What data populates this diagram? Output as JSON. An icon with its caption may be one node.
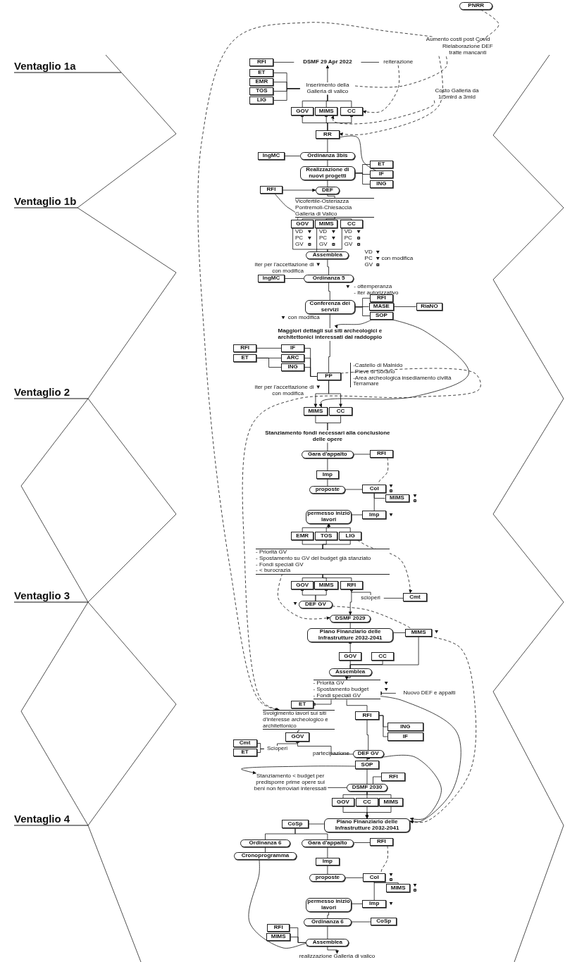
{
  "diagram": {
    "nodes": [
      {
        "text": [
          "PNRR"
        ]
      },
      {
        "text": [
          "Aumento costi post Covid"
        ]
      },
      {
        "text": [
          "Rielaborazione DEF tratte mancanti"
        ]
      },
      {
        "text": [
          "RFI"
        ]
      },
      {
        "text": [
          "DSMF 29 Apr 2022"
        ]
      },
      {
        "text": [
          "reiterazione"
        ]
      },
      {
        "text": [
          "ET"
        ]
      },
      {
        "text": [
          "EMR"
        ]
      },
      {
        "text": [
          "TOS"
        ]
      },
      {
        "text": [
          "LIG"
        ]
      },
      {
        "text": [
          "Inserimento della Galleria di valico"
        ]
      },
      {
        "text": [
          "Costo Galleria da 1,5mlrd a 3mld"
        ]
      },
      {
        "text": [
          "GOV"
        ]
      },
      {
        "text": [
          "MIMS"
        ]
      },
      {
        "text": [
          "CC"
        ]
      },
      {
        "text": [
          "RR"
        ]
      },
      {
        "text": [
          "IngMC"
        ]
      },
      {
        "text": [
          "Ordinanza 3bis"
        ]
      },
      {
        "text": [
          "Realizzazione di nuovi progetti"
        ]
      },
      {
        "text": [
          "ET"
        ]
      },
      {
        "text": [
          "IF"
        ]
      },
      {
        "text": [
          "ING"
        ]
      },
      {
        "text": [
          "RFI"
        ]
      },
      {
        "text": [
          "DEF"
        ]
      },
      {
        "text": [
          "Vicofertile-Osteriazza",
          "Pontremoli-Chiesaccia",
          "Galleria di Valico"
        ]
      },
      {
        "text": [
          "GOV"
        ]
      },
      {
        "text": [
          "MIMS"
        ]
      },
      {
        "text": [
          "CC"
        ]
      },
      {
        "text": [
          "Assemblea"
        ]
      },
      {
        "text": [
          "IngMC"
        ]
      },
      {
        "text": [
          "Ordinanza 5"
        ]
      },
      {
        "text": [
          "Conferenza dei servizi"
        ]
      },
      {
        "text": [
          "RFI"
        ]
      },
      {
        "text": [
          "MASE"
        ]
      },
      {
        "text": [
          "SOP"
        ]
      },
      {
        "text": [
          "RiaNO"
        ]
      },
      {
        "text": [
          "Maggiori dettagli sui siti archeologici e architettonici interessati dal raddoppio"
        ]
      },
      {
        "text": [
          "RFI"
        ]
      },
      {
        "text": [
          "IF"
        ]
      },
      {
        "text": [
          "ET"
        ]
      },
      {
        "text": [
          "ARC"
        ]
      },
      {
        "text": [
          "ING"
        ]
      },
      {
        "text": [
          "PP"
        ],
        "beside": [
          "-Castello di Malnido",
          "-Pieve di Sorano",
          "-Area archeologica insediamento civiltà Terramare"
        ]
      },
      {
        "text": [
          "MIMS"
        ]
      },
      {
        "text": [
          "CC"
        ]
      },
      {
        "text": [
          "Stanziamento fondi necessari alla conclusione delle opere"
        ]
      },
      {
        "text": [
          "Gara d'appalto"
        ]
      },
      {
        "text": [
          "RFI"
        ]
      },
      {
        "text": [
          "Imp"
        ]
      },
      {
        "text": [
          "proposte"
        ]
      },
      {
        "text": [
          "CoI"
        ]
      },
      {
        "text": [
          "MIMS"
        ]
      },
      {
        "text": [
          "permesso inizio lavori"
        ]
      },
      {
        "text": [
          "Imp"
        ]
      },
      {
        "text": [
          "EMR"
        ]
      },
      {
        "text": [
          "TOS"
        ]
      },
      {
        "text": [
          "LIG"
        ]
      },
      {
        "text": [
          "- Priorità GV",
          "- Spostamento su GV del budget già stanziato",
          "- Fondi speciali GV",
          "- < burocrazia"
        ]
      },
      {
        "text": [
          "GOV"
        ]
      },
      {
        "text": [
          "MIMS"
        ]
      },
      {
        "text": [
          "RFI"
        ]
      },
      {
        "text": [
          "scioperi"
        ]
      },
      {
        "text": [
          "Cmt"
        ]
      },
      {
        "text": [
          "DEF GV"
        ]
      },
      {
        "text": [
          "DSMF 2029"
        ]
      },
      {
        "text": [
          "Piano Finanziario delle Infrastrutture 2032-2041"
        ]
      },
      {
        "text": [
          "MIMS"
        ]
      },
      {
        "text": [
          "GOV"
        ]
      },
      {
        "text": [
          "CC"
        ]
      },
      {
        "text": [
          "Assemblea"
        ]
      },
      {
        "text": [
          "- Priorità GV",
          "- Spostamento budget",
          "- Fondi speciali GV"
        ]
      },
      {
        "text": [
          "Nuovo DEF e appalti"
        ]
      },
      {
        "text": [
          "ET"
        ]
      },
      {
        "text": [
          "RFI"
        ]
      },
      {
        "text": [
          "Svolgimento lavori sui siti d'interesse archeologico e architettonico"
        ]
      },
      {
        "text": [
          "ING"
        ]
      },
      {
        "text": [
          "IF"
        ]
      },
      {
        "text": [
          "GOV"
        ]
      },
      {
        "text": [
          "Cmt"
        ]
      },
      {
        "text": [
          "ET"
        ]
      },
      {
        "text": [
          "Scioperi"
        ]
      },
      {
        "text": [
          "partecipazione"
        ]
      },
      {
        "text": [
          "DEF GV"
        ]
      },
      {
        "text": [
          "SOP"
        ]
      },
      {
        "text": [
          "RFI"
        ]
      },
      {
        "text": [
          "Stanziamento < budget per predisporre prime opere sui beni non ferroviari interessati"
        ]
      },
      {
        "text": [
          "DSMF 2030"
        ]
      },
      {
        "text": [
          "GOV"
        ]
      },
      {
        "text": [
          "CC"
        ]
      },
      {
        "text": [
          "MIMS"
        ]
      },
      {
        "text": [
          "Piano Finanziario delle Infrastrutture 2032-2041"
        ]
      },
      {
        "text": [
          "CoSp"
        ]
      },
      {
        "text": [
          "Ordinanza 6"
        ]
      },
      {
        "text": [
          "Gara d'appalto"
        ]
      },
      {
        "text": [
          "RFI"
        ]
      },
      {
        "text": [
          "Cronoprogramma"
        ]
      },
      {
        "text": [
          "Imp"
        ]
      },
      {
        "text": [
          "proposte"
        ]
      },
      {
        "text": [
          "CoI"
        ]
      },
      {
        "text": [
          "MIMS"
        ]
      },
      {
        "text": [
          "permesso inizio lavori"
        ]
      },
      {
        "text": [
          "Imp"
        ]
      },
      {
        "text": [
          "Ordinanza 6"
        ]
      },
      {
        "text": [
          "CoSp"
        ]
      },
      {
        "text": [
          "RFI"
        ]
      },
      {
        "text": [
          "MIMS"
        ]
      },
      {
        "text": [
          "Assemblea"
        ]
      },
      {
        "text": [
          "realizzazione Galleria di valico"
        ]
      }
    ],
    "edges": [
      {
        "from": 3,
        "to": 4,
        "arrow": "none"
      },
      {
        "from": 5,
        "to": 4,
        "arrow": "none"
      },
      {
        "from": 10,
        "to": 4,
        "arrow": "to"
      },
      {
        "from": 6,
        "to": 10,
        "arrow": "none"
      },
      {
        "from": 7,
        "to": 10,
        "arrow": "none"
      },
      {
        "from": 8,
        "to": 10,
        "arrow": "none"
      },
      {
        "from": 9,
        "to": 10,
        "arrow": "none"
      },
      {
        "from": 12,
        "to": 10,
        "arrow": "none"
      },
      {
        "from": 13,
        "to": 10,
        "arrow": "none"
      },
      {
        "from": 14,
        "to": 10,
        "arrow": "none"
      },
      {
        "from": 0,
        "to": 2,
        "arrow": "none",
        "style": "dashed"
      },
      {
        "from": 1,
        "to": 74,
        "arrow": "to",
        "style": "dashed"
      },
      {
        "from": 10,
        "to": 2,
        "arrow": "none",
        "style": "dashed"
      },
      {
        "from": 5,
        "to": 14,
        "arrow": "to",
        "style": "dashed"
      },
      {
        "from": 2,
        "to": 15,
        "arrow": "to",
        "style": "dashed"
      },
      {
        "from": 11,
        "to": 13,
        "arrow": "to",
        "style": "dashed"
      },
      {
        "from": 15,
        "to": 12,
        "arrow": "other"
      },
      {
        "from": 15,
        "to": 13,
        "arrow": "other"
      },
      {
        "from": 15,
        "to": 14,
        "arrow": "other"
      },
      {
        "from": 15,
        "to": 17,
        "arrow": "none"
      },
      {
        "from": 16,
        "to": 17,
        "arrow": "none"
      },
      {
        "from": 15,
        "to": 20,
        "arrow": "none"
      },
      {
        "from": 18,
        "to": 19,
        "arrow": "none"
      },
      {
        "from": 18,
        "to": 20,
        "arrow": "none"
      },
      {
        "from": 18,
        "to": 21,
        "arrow": "none"
      },
      {
        "from": 17,
        "to": 18,
        "arrow": "none"
      },
      {
        "from": 18,
        "to": 23,
        "arrow": "none"
      },
      {
        "from": 22,
        "to": 23,
        "arrow": "to"
      },
      {
        "from": 22,
        "to": 25,
        "arrow": "none"
      },
      {
        "from": 23,
        "to": 24,
        "arrow": "none"
      },
      {
        "from": 24,
        "to": 25,
        "arrow": "none"
      },
      {
        "from": 24,
        "to": 26,
        "arrow": "none"
      },
      {
        "from": 24,
        "to": 27,
        "arrow": "none"
      },
      {
        "from": 25,
        "to": 28,
        "arrow": "none"
      },
      {
        "from": 26,
        "to": 28,
        "arrow": "none"
      },
      {
        "from": 27,
        "to": 28,
        "arrow": "none"
      },
      {
        "from": 28,
        "to": 30,
        "arrow": "none"
      },
      {
        "from": 29,
        "to": 30,
        "arrow": "none"
      },
      {
        "from": 30,
        "to": 31,
        "arrow": "none"
      },
      {
        "from": 31,
        "to": 32,
        "arrow": "none"
      },
      {
        "from": 31,
        "to": 33,
        "arrow": "none"
      },
      {
        "from": 31,
        "to": 34,
        "arrow": "none"
      },
      {
        "from": 33,
        "to": 35,
        "arrow": "none"
      },
      {
        "from": 31,
        "to": 36,
        "arrow": "none"
      },
      {
        "from": 34,
        "to": 36,
        "arrow": "to"
      },
      {
        "from": 37,
        "to": 38,
        "arrow": "none"
      },
      {
        "from": 39,
        "to": 40,
        "arrow": "none"
      },
      {
        "from": 39,
        "to": 41,
        "arrow": "none"
      },
      {
        "from": 38,
        "to": 42,
        "arrow": "none"
      },
      {
        "from": 40,
        "to": 42,
        "arrow": "none"
      },
      {
        "from": 41,
        "to": 42,
        "arrow": "none"
      },
      {
        "from": 36,
        "to": 42,
        "arrow": "none"
      },
      {
        "from": 42,
        "to": 43,
        "arrow": "to"
      },
      {
        "from": 42,
        "to": 44,
        "arrow": "to"
      },
      {
        "from": 34,
        "to": 43,
        "arrow": "to"
      },
      {
        "from": 42,
        "to": 74,
        "arrow": "to",
        "style": "dashed"
      },
      {
        "from": 43,
        "to": 45,
        "arrow": "none"
      },
      {
        "from": 44,
        "to": 45,
        "arrow": "none"
      },
      {
        "from": 45,
        "to": 46,
        "arrow": "none"
      },
      {
        "from": 46,
        "to": 47,
        "arrow": "none"
      },
      {
        "from": 46,
        "to": 48,
        "arrow": "none"
      },
      {
        "from": 47,
        "to": 50,
        "arrow": "none",
        "style": "dashed"
      },
      {
        "from": 48,
        "to": 49,
        "arrow": "none"
      },
      {
        "from": 49,
        "to": 50,
        "arrow": "none"
      },
      {
        "from": 50,
        "to": 51,
        "arrow": "none"
      },
      {
        "from": 50,
        "to": 53,
        "arrow": "none"
      },
      {
        "from": 53,
        "to": 52,
        "arrow": "none"
      },
      {
        "from": 54,
        "to": 52,
        "arrow": "to"
      },
      {
        "from": 55,
        "to": 52,
        "arrow": "to"
      },
      {
        "from": 56,
        "to": 52,
        "arrow": "to"
      },
      {
        "from": 54,
        "to": 57,
        "arrow": "none"
      },
      {
        "from": 55,
        "to": 57,
        "arrow": "none"
      },
      {
        "from": 56,
        "to": 57,
        "arrow": "none"
      },
      {
        "from": 57,
        "to": 58,
        "arrow": "none"
      },
      {
        "from": 57,
        "to": 59,
        "arrow": "none"
      },
      {
        "from": 57,
        "to": 60,
        "arrow": "none"
      },
      {
        "from": 56,
        "to": 62,
        "arrow": "to",
        "style": "dashed"
      },
      {
        "from": 62,
        "to": 61,
        "arrow": "none"
      },
      {
        "from": 61,
        "to": 60,
        "arrow": "other"
      },
      {
        "from": 60,
        "to": 64,
        "arrow": "to"
      },
      {
        "from": 63,
        "to": 58,
        "arrow": "other"
      },
      {
        "from": 63,
        "to": 59,
        "arrow": "other"
      },
      {
        "from": 63,
        "to": 66,
        "arrow": "none",
        "style": "dashed"
      },
      {
        "from": 57,
        "to": 64,
        "arrow": "to",
        "style": "dashed"
      },
      {
        "from": 64,
        "to": 65,
        "arrow": "none"
      },
      {
        "from": 65,
        "to": 66,
        "arrow": "none"
      },
      {
        "from": 67,
        "to": 65,
        "arrow": "other"
      },
      {
        "from": 66,
        "to": 69,
        "arrow": "none"
      },
      {
        "from": 67,
        "to": 69,
        "arrow": "none"
      },
      {
        "from": 68,
        "to": 69,
        "arrow": "none"
      },
      {
        "from": 69,
        "to": 70,
        "arrow": "to"
      },
      {
        "from": 71,
        "to": 70,
        "arrow": "other"
      },
      {
        "from": 70,
        "to": 72,
        "arrow": "other"
      },
      {
        "from": 70,
        "to": 73,
        "arrow": "none"
      },
      {
        "from": 70,
        "to": 90,
        "arrow": "to"
      },
      {
        "from": 66,
        "to": 90,
        "arrow": "to",
        "style": "dashed"
      },
      {
        "from": 73,
        "to": 75,
        "arrow": "none"
      },
      {
        "from": 73,
        "to": 76,
        "arrow": "none"
      },
      {
        "from": 73,
        "to": 82,
        "arrow": "none"
      },
      {
        "from": 74,
        "to": 77,
        "arrow": "none"
      },
      {
        "from": 78,
        "to": 80,
        "arrow": "none"
      },
      {
        "from": 79,
        "to": 80,
        "arrow": "none"
      },
      {
        "from": 80,
        "to": 77,
        "arrow": "other"
      },
      {
        "from": 77,
        "to": 81,
        "arrow": "none"
      },
      {
        "from": 81,
        "to": 82,
        "arrow": "none"
      },
      {
        "from": 83,
        "to": 82,
        "arrow": "other"
      },
      {
        "from": 83,
        "to": 86,
        "arrow": "none"
      },
      {
        "from": 84,
        "to": 86,
        "arrow": "none"
      },
      {
        "from": 83,
        "to": 85,
        "arrow": "to"
      },
      {
        "from": 85,
        "to": 86,
        "arrow": "none"
      },
      {
        "from": 82,
        "to": 90,
        "arrow": "to"
      },
      {
        "from": 86,
        "to": 87,
        "arrow": "none"
      },
      {
        "from": 86,
        "to": 88,
        "arrow": "none"
      },
      {
        "from": 86,
        "to": 89,
        "arrow": "none"
      },
      {
        "from": 87,
        "to": 90,
        "arrow": "to"
      },
      {
        "from": 88,
        "to": 90,
        "arrow": "to"
      },
      {
        "from": 89,
        "to": 90,
        "arrow": "to"
      },
      {
        "from": 91,
        "to": 90,
        "arrow": "none"
      },
      {
        "from": 91,
        "to": 92,
        "arrow": "none"
      },
      {
        "from": 91,
        "to": 93,
        "arrow": "none"
      },
      {
        "from": 93,
        "to": 94,
        "arrow": "none"
      },
      {
        "from": 92,
        "to": 95,
        "arrow": "none"
      },
      {
        "from": 93,
        "to": 96,
        "arrow": "none"
      },
      {
        "from": 94,
        "to": 98,
        "arrow": "none",
        "style": "dashed"
      },
      {
        "from": 96,
        "to": 97,
        "arrow": "none"
      },
      {
        "from": 97,
        "to": 98,
        "arrow": "none"
      },
      {
        "from": 98,
        "to": 99,
        "arrow": "none"
      },
      {
        "from": 98,
        "to": 101,
        "arrow": "none"
      },
      {
        "from": 101,
        "to": 100,
        "arrow": "none"
      },
      {
        "from": 100,
        "to": 102,
        "arrow": "none"
      },
      {
        "from": 102,
        "to": 103,
        "arrow": "none"
      },
      {
        "from": 102,
        "to": 106,
        "arrow": "none"
      },
      {
        "from": 104,
        "to": 106,
        "arrow": "none"
      },
      {
        "from": 105,
        "to": 106,
        "arrow": "none"
      },
      {
        "from": 95,
        "to": 106,
        "arrow": "to"
      },
      {
        "from": 106,
        "to": 107,
        "arrow": "to"
      }
    ],
    "labels": [
      "Ventaglio 1a",
      "Ventaglio 1b",
      "Ventaglio 2",
      "Ventaglio 3",
      "Ventaglio 4",
      "VD",
      "PC",
      "GV",
      "VD",
      "PC",
      "GV",
      "VD",
      "PC",
      "GV",
      "VD",
      "PC",
      "con modifica",
      "GV",
      "iter per l'accettazione di ▼ con modifica",
      "- ottemperanza",
      "- iter autorizzativo",
      "con modifica",
      "iter per l'accettazione di ▼ con modifica"
    ]
  }
}
